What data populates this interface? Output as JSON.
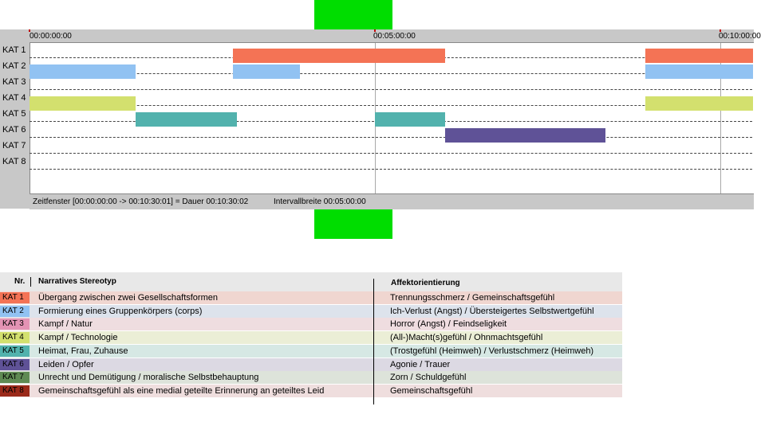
{
  "timeline": {
    "ruler": [
      {
        "label": "00:00:00:00",
        "seconds": 0
      },
      {
        "label": "00:05:00:00",
        "seconds": 300
      },
      {
        "label": "00:10:00:00",
        "seconds": 600
      }
    ],
    "rows": [
      "KAT 1",
      "KAT 2",
      "KAT 3",
      "KAT 4",
      "KAT 5",
      "KAT 6",
      "KAT 7",
      "KAT 8"
    ],
    "segments": [
      {
        "row": 0,
        "start": 177,
        "end": 361,
        "color": "#f47355"
      },
      {
        "row": 0,
        "start": 535,
        "end": 630,
        "color": "#f47355"
      },
      {
        "row": 1,
        "start": 0,
        "end": 92,
        "color": "#91c2f2"
      },
      {
        "row": 1,
        "start": 177,
        "end": 235,
        "color": "#91c2f2"
      },
      {
        "row": 1,
        "start": 535,
        "end": 630,
        "color": "#91c2f2"
      },
      {
        "row": 3,
        "start": 0,
        "end": 92,
        "color": "#d3e06e"
      },
      {
        "row": 3,
        "start": 535,
        "end": 630,
        "color": "#d3e06e"
      },
      {
        "row": 4,
        "start": 92,
        "end": 180,
        "color": "#52b2ad"
      },
      {
        "row": 4,
        "start": 300,
        "end": 361,
        "color": "#52b2ad"
      },
      {
        "row": 5,
        "start": 361,
        "end": 500,
        "color": "#5f5297"
      }
    ],
    "status": {
      "window": "Zeitfenster [00:00:00:00 -> 00:10:30:01] = Dauer 00:10:30:02",
      "interval": "Intervallbreite 00:05:00:00"
    }
  },
  "legend": {
    "headers": {
      "nr": "Nr.",
      "stereotype": "Narratives Stereotyp",
      "affect": "Affektorientierung"
    },
    "rows": [
      {
        "kat": "KAT 1",
        "color": "#f47355",
        "bg": "#f0d6d0",
        "stereotype": "Übergang zwischen zwei Gesellschaftsformen",
        "affect": "Trennungsschmerz / Gemeinschaftsgefühl"
      },
      {
        "kat": "KAT 2",
        "color": "#91c2f2",
        "bg": "#dde3ec",
        "stereotype": "Formierung eines Gruppenkörpers (corps)",
        "affect": "Ich-Verlust (Angst) / Übersteigertes Selbstwertgefühl"
      },
      {
        "kat": "KAT 3",
        "color": "#e493b4",
        "bg": "#efdde0",
        "stereotype": "Kampf / Natur",
        "affect": "Horror (Angst) / Feindseligkeit"
      },
      {
        "kat": "KAT 4",
        "color": "#d3e06e",
        "bg": "#ebeed6",
        "stereotype": "Kampf / Technologie",
        "affect": "(All-)Macht(s)gefühl / Ohnmachtsgefühl"
      },
      {
        "kat": "KAT 5",
        "color": "#52b2ad",
        "bg": "#d6e8e4",
        "stereotype": "Heimat, Frau, Zuhause",
        "affect": "(Trostgefühl (Heimweh) / Verlustschmerz (Heimweh)"
      },
      {
        "kat": "KAT 6",
        "color": "#5f5297",
        "bg": "#dcd9e3",
        "stereotype": "Leiden / Opfer",
        "affect": "Agonie / Trauer"
      },
      {
        "kat": "KAT 7",
        "color": "#5f8a53",
        "bg": "#dde3da",
        "stereotype": "Unrecht und Demütigung / moralische Selbstbehauptung",
        "affect": "Zorn / Schuldgefühl"
      },
      {
        "kat": "KAT 8",
        "color": "#9b2a1a",
        "bg": "#efdede",
        "stereotype": "Gemeinschaftsgefühl als eine medial geteilte Erinnerung an geteiltes Leid",
        "affect": "Gemeinschaftsgefühl"
      }
    ]
  }
}
